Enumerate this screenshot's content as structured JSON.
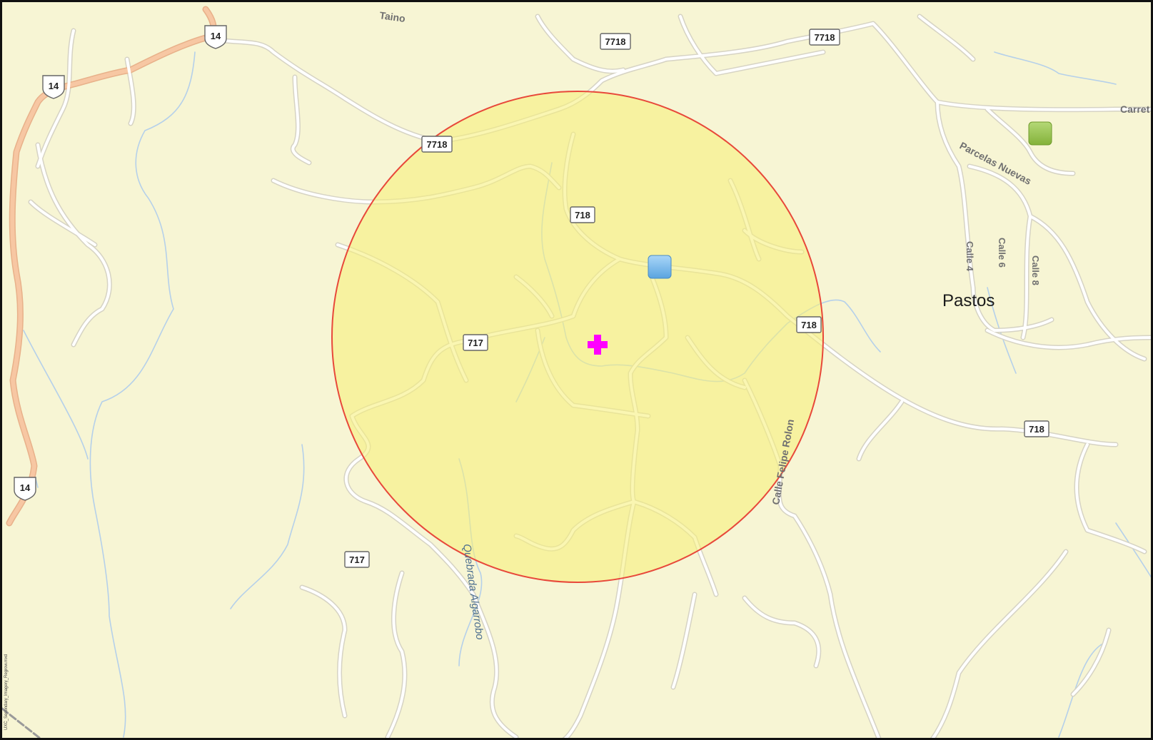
{
  "map": {
    "colors": {
      "land": "#f7f5d4",
      "road": "#ffffff",
      "road_casing": "#d6d3c4",
      "highway": "#f7c7a3",
      "stream": "#b5d0ea",
      "buffer_fill": "#f7f07a",
      "buffer_stroke": "#e8483a",
      "center_marker": "#ff00ff",
      "marker_blue": "#6cb4ec",
      "marker_green": "#94c04a"
    },
    "route_shields": [
      {
        "id": "s14a",
        "label": "14",
        "kind": "state"
      },
      {
        "id": "s14b",
        "label": "14",
        "kind": "state"
      },
      {
        "id": "s14c",
        "label": "14",
        "kind": "state"
      },
      {
        "id": "s7718a",
        "label": "7718",
        "kind": "municipal"
      },
      {
        "id": "s7718b",
        "label": "7718",
        "kind": "municipal"
      },
      {
        "id": "s7718c",
        "label": "7718",
        "kind": "municipal"
      },
      {
        "id": "s718a",
        "label": "718",
        "kind": "municipal"
      },
      {
        "id": "s718b",
        "label": "718",
        "kind": "municipal"
      },
      {
        "id": "s718c",
        "label": "718",
        "kind": "municipal"
      },
      {
        "id": "s717a",
        "label": "717",
        "kind": "municipal"
      },
      {
        "id": "s717b",
        "label": "717",
        "kind": "municipal"
      }
    ],
    "street_labels": [
      {
        "id": "taino",
        "text": "Taino"
      },
      {
        "id": "carrete",
        "text": "Carret"
      },
      {
        "id": "parcelas",
        "text": "Parcelas Nuevas"
      },
      {
        "id": "calle4",
        "text": "Calle 4"
      },
      {
        "id": "calle6",
        "text": "Calle 6"
      },
      {
        "id": "calle8",
        "text": "Calle 8"
      },
      {
        "id": "felipe",
        "text": "Calle Felipe Rolon"
      }
    ],
    "water_labels": [
      {
        "id": "quebrada",
        "text": "Quebrada Algarrobo"
      }
    ],
    "places": [
      {
        "id": "pastos",
        "text": "Pastos"
      }
    ],
    "markers": [
      {
        "id": "center",
        "type": "cross",
        "icon": "plus-marker-icon"
      },
      {
        "id": "site-blue",
        "type": "square",
        "icon": "square-marker-icon"
      },
      {
        "id": "site-green",
        "type": "square",
        "icon": "square-marker-icon"
      }
    ],
    "side_note": "UXC_Secondary_Imagery_Regrow.mxd"
  }
}
